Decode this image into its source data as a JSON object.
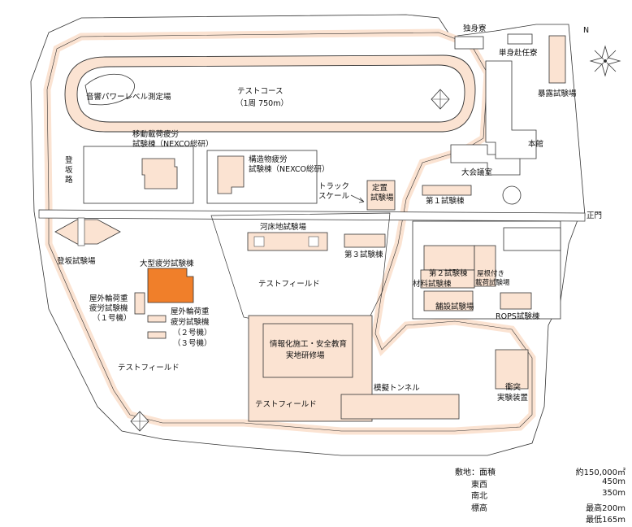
{
  "labels": {
    "dormitory": "独身寮",
    "single_transfer_dorm": "単身赴任寮",
    "exposure_lab": "暴露試験場",
    "acoustic": "音響パワーレベル測定場",
    "test_course": "テストコース",
    "test_course_len": "（1周 750m）",
    "mobile_load_1": "移動載荷疲労",
    "mobile_load_2": "試験棟（NEXCO総研）",
    "honkan": "本館",
    "slope_road_1": "登",
    "slope_road_2": "坂",
    "slope_road_3": "路",
    "struct_1": "構造物疲労",
    "struct_2": "試験棟（NEXCO総研）",
    "conference": "大会議室",
    "truck_scale_1": "トラック",
    "truck_scale_2": "スケール",
    "stationary_1": "定置",
    "stationary_2": "試験場",
    "lab1": "第１試験棟",
    "main_gate": "正門",
    "slope_lab": "登坂試験場",
    "riverbed": "河床地試験場",
    "lab3": "第３試験棟",
    "large_fatigue": "大型疲労試験棟",
    "test_field": "テストフィールド",
    "lab2": "第２試験棟",
    "material_lab": "材料試験棟",
    "roof_load_1": "屋根付き",
    "roof_load_2": "載荷試験場",
    "outdoor1_1": "屋外輪荷重",
    "outdoor1_2": "疲労試験機",
    "outdoor1_3": "（１号機）",
    "outdoor2_1": "屋外輪荷重",
    "outdoor2_2": "疲労試験機",
    "outdoor2_3": "（２号機）",
    "outdoor2_4": "（３号機）",
    "pavement_lab": "舗設試験場",
    "rops_lab": "ROPS試験棟",
    "info_1": "情報化施工・安全教育",
    "info_2": "実地研修場",
    "tunnel": "模擬トンネル",
    "collision_1": "衝突",
    "collision_2": "実験装置",
    "north": "N"
  },
  "site_info": {
    "rows": [
      {
        "key": "敷地：面積",
        "value": "約150,000㎡"
      },
      {
        "key": "東西",
        "value": "450m"
      },
      {
        "key": "南北",
        "value": "350m"
      },
      {
        "key": "標高",
        "value": "最高200m"
      },
      {
        "key": "",
        "value": "最低165m"
      }
    ]
  },
  "colors": {
    "road_fill": "#fbe3d2",
    "building_fill": "#fbe3d2",
    "highlight_building": "#f07f2a",
    "outline": "#333333"
  }
}
